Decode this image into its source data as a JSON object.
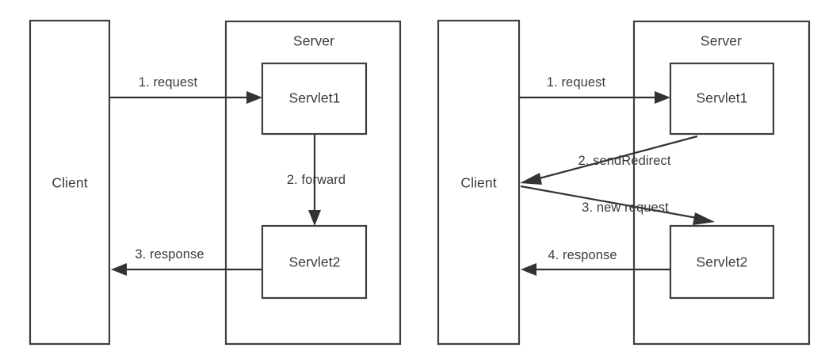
{
  "diagram": {
    "title_semantic": "servlet-forward-vs-sendredirect-comparison",
    "colors": {
      "stroke": "#3f3f3f",
      "arrow": "#333333",
      "text": "#3b3b3b",
      "background": "#ffffff"
    },
    "panels": [
      {
        "id": "forward",
        "client": {
          "label": "Client"
        },
        "server": {
          "label": "Server"
        },
        "servlets": [
          {
            "label": "Servlet1"
          },
          {
            "label": "Servlet2"
          }
        ],
        "flows": [
          {
            "step": "1",
            "label": "1. request",
            "from": "Client",
            "to": "Servlet1",
            "direction": "right"
          },
          {
            "step": "2",
            "label": "2. forward",
            "from": "Servlet1",
            "to": "Servlet2",
            "direction": "down"
          },
          {
            "step": "3",
            "label": "3. response",
            "from": "Servlet2",
            "to": "Client",
            "direction": "left"
          }
        ]
      },
      {
        "id": "sendRedirect",
        "client": {
          "label": "Client"
        },
        "server": {
          "label": "Server"
        },
        "servlets": [
          {
            "label": "Servlet1"
          },
          {
            "label": "Servlet2"
          }
        ],
        "flows": [
          {
            "step": "1",
            "label": "1. request",
            "from": "Client",
            "to": "Servlet1",
            "direction": "right"
          },
          {
            "step": "2",
            "label": "2. sendRedirect",
            "from": "Servlet1",
            "to": "Client",
            "direction": "diagonal-left-down"
          },
          {
            "step": "3",
            "label": "3. new request",
            "from": "Client",
            "to": "Servlet2",
            "direction": "diagonal-right-down"
          },
          {
            "step": "4",
            "label": "4. response",
            "from": "Servlet2",
            "to": "Client",
            "direction": "left"
          }
        ]
      }
    ]
  }
}
